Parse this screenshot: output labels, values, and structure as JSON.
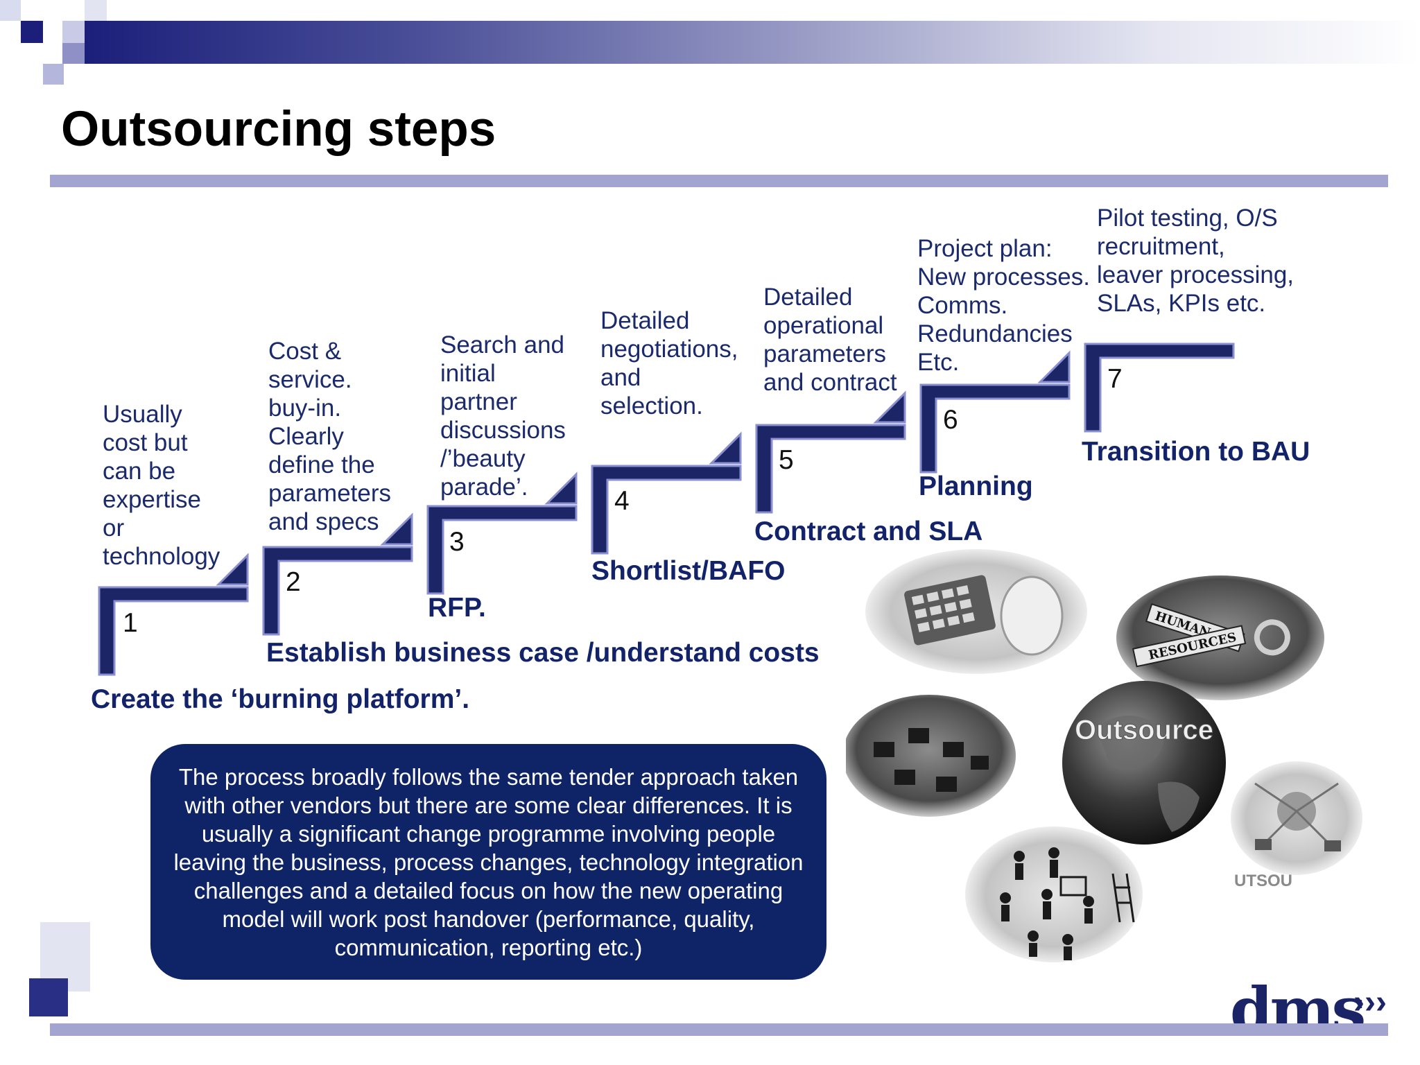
{
  "slide": {
    "title": "Outsourcing steps"
  },
  "steps": [
    {
      "number": "1",
      "label": "Create the ‘burning platform’.",
      "description": [
        "Usually",
        "cost but",
        "can be",
        "expertise",
        "or",
        "technology"
      ]
    },
    {
      "number": "2",
      "label": "Establish business case /understand costs",
      "description": [
        "Cost &",
        "service.",
        "buy-in.",
        "Clearly",
        "define the",
        "parameters",
        "and specs"
      ]
    },
    {
      "number": "3",
      "label": "RFP.",
      "description": [
        "Search and",
        "initial",
        "partner",
        "discussions",
        "/’beauty",
        "parade’."
      ]
    },
    {
      "number": "4",
      "label": "Shortlist/BAFO",
      "description": [
        "Detailed",
        "negotiations,",
        "and",
        "selection."
      ]
    },
    {
      "number": "5",
      "label": "Contract and SLA",
      "description": [
        "Detailed",
        "operational",
        "parameters",
        "and contract"
      ]
    },
    {
      "number": "6",
      "label": "Planning",
      "description": [
        "Project plan:",
        "New processes.",
        "Comms.",
        "Redundancies",
        "Etc."
      ]
    },
    {
      "number": "7",
      "label": "Transition to BAU",
      "description": [
        "Pilot testing, O/S",
        "recruitment,",
        "leaver processing,",
        "SLAs, KPIs etc."
      ]
    }
  ],
  "callout": {
    "text": "The process broadly follows the same tender approach taken with other vendors but there are some clear differences. It is usually a significant change programme involving people leaving the business, process changes, technology integration challenges and a detailed focus on how the new operating model will work post handover (performance, quality, communication, reporting etc.)"
  },
  "collage": {
    "globe_label": "Outsource",
    "hr_sign": [
      "HUMAN",
      "RESOURCES"
    ],
    "partial_text": "UTSOU",
    "icons": [
      "calculator-icon",
      "hr-keys-icon",
      "globe-icon",
      "call-center-icon",
      "network-laptop-icon",
      "people-working-icon"
    ]
  },
  "logo": {
    "text": "dms",
    "arrows": "›››"
  },
  "colors": {
    "navy": "#13236a",
    "accent_line": "#a3a4cf",
    "callout_bg": "#0f2466",
    "step_shape": "#1c2566"
  }
}
